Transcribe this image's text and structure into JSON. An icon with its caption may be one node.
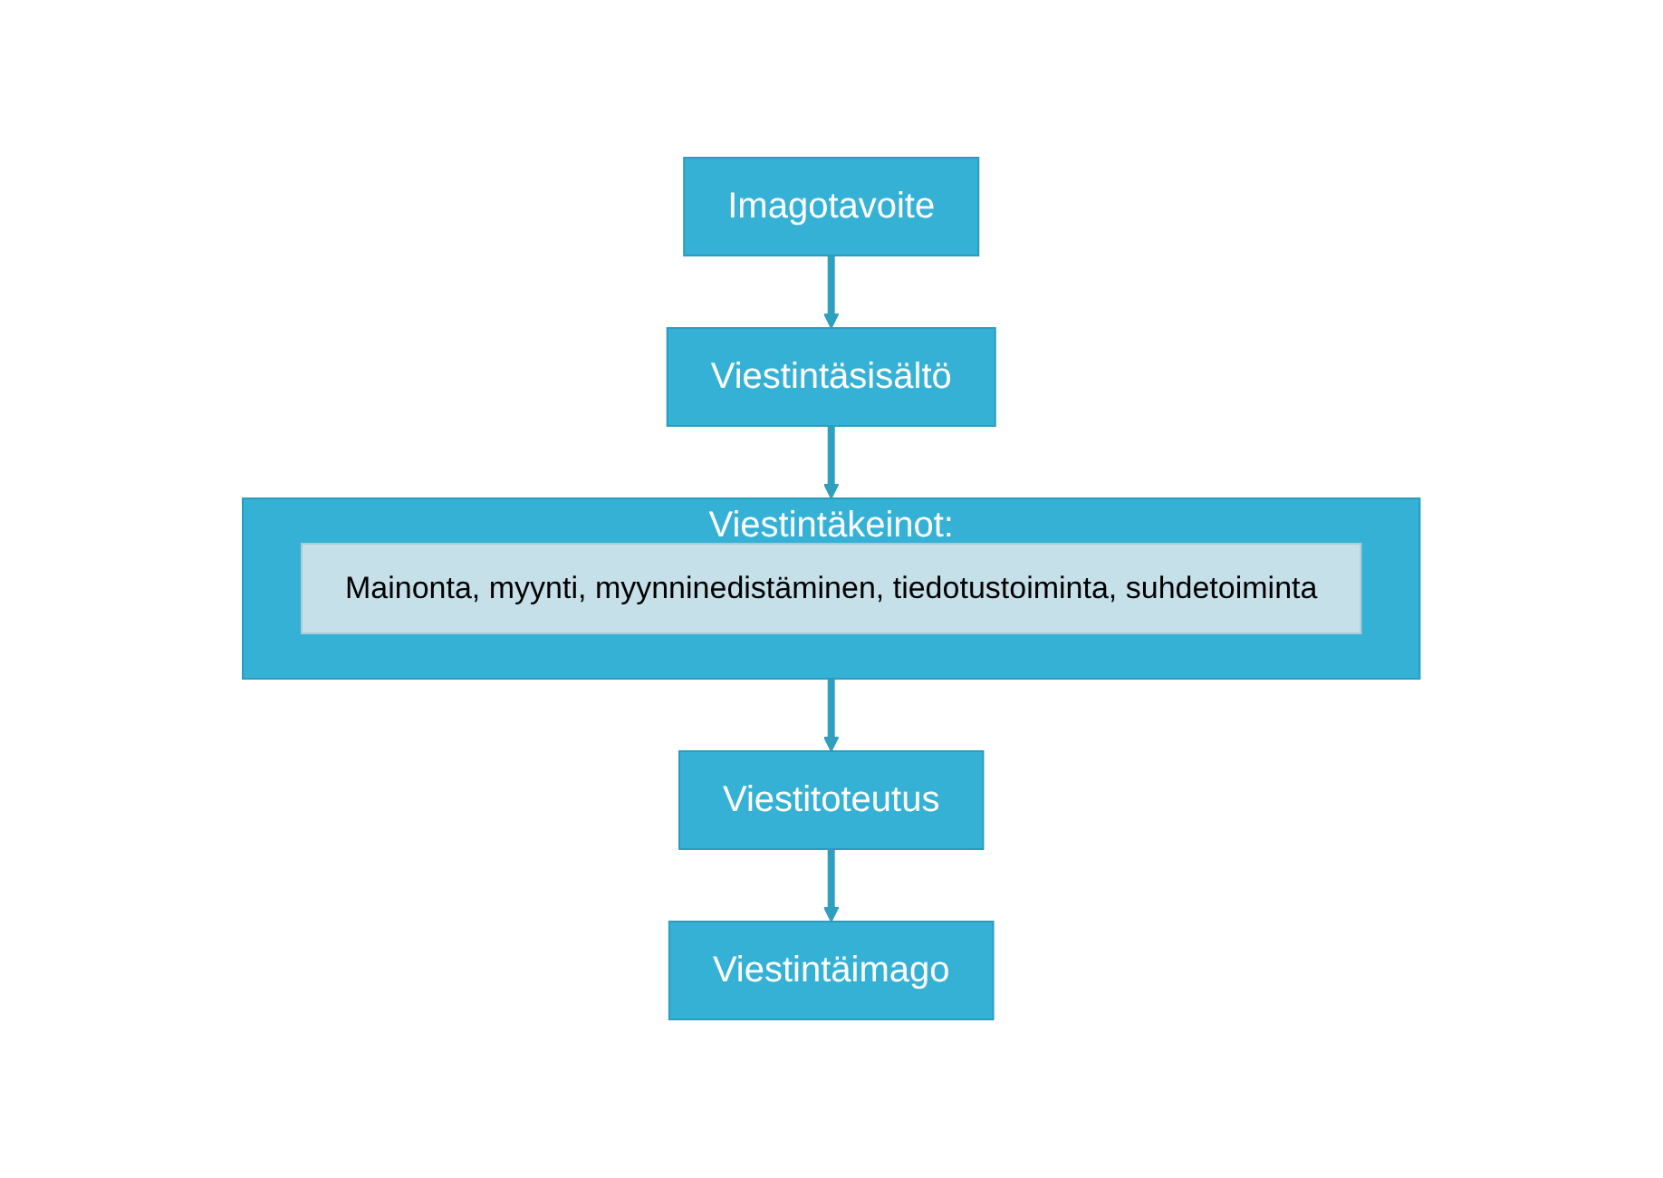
{
  "diagram": {
    "nodes": [
      {
        "text": [
          "Imagotavoite"
        ]
      },
      {
        "text": [
          "Viestintäsisältö"
        ]
      },
      {
        "text": [
          "Viestintäkeinot:"
        ]
      },
      {
        "text": [
          "Mainonta, myynti, myynninedistäminen, tiedotustoiminta, suhdetoiminta"
        ],
        "in": 2
      },
      {
        "text": [
          "Viestitoteutus"
        ]
      },
      {
        "text": [
          "Viestintäimago"
        ]
      }
    ],
    "edges": [
      {
        "from": 0,
        "to": 1,
        "arrow": "to"
      },
      {
        "from": 1,
        "to": 2,
        "arrow": "to"
      },
      {
        "from": 2,
        "to": 4,
        "arrow": "to"
      },
      {
        "from": 4,
        "to": 5,
        "arrow": "to"
      }
    ]
  }
}
